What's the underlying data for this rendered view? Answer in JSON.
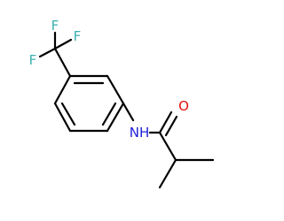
{
  "molecule": {
    "atoms": {
      "fluorine_top": {
        "symbol": "F",
        "color": "#3fb0b0"
      },
      "fluorine_right": {
        "symbol": "F",
        "color": "#3fb0b0"
      },
      "fluorine_left": {
        "symbol": "F",
        "color": "#3fb0b0"
      },
      "nitrogen": {
        "symbol": "NH",
        "color": "#2020d8"
      },
      "oxygen": {
        "symbol": "O",
        "color": "#e01010"
      }
    },
    "bond_color": "#000000"
  }
}
